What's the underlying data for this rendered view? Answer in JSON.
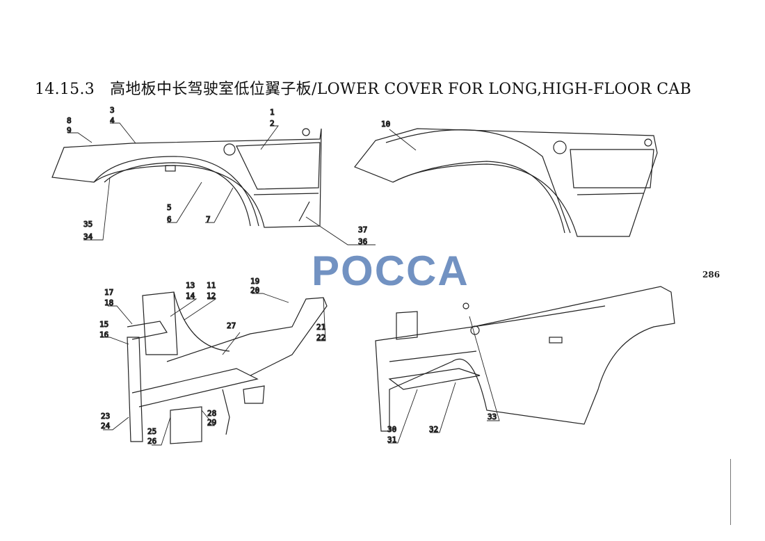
{
  "title": {
    "number": "14.15.3",
    "text": "高地板中长驾驶室低位翼子板/LOWER COVER FOR LONG,HIGH-FLOOR CAB"
  },
  "page_number": "286",
  "watermark": "POCCA",
  "callouts": {
    "top_left": [
      "8",
      "9",
      "3",
      "4",
      "1",
      "2",
      "5",
      "6",
      "7",
      "35",
      "34",
      "37",
      "36"
    ],
    "top_right": [
      "10"
    ],
    "bottom_left": [
      "17",
      "18",
      "15",
      "16",
      "13",
      "14",
      "11",
      "12",
      "19",
      "20",
      "27",
      "21",
      "22",
      "23",
      "24",
      "25",
      "26",
      "28",
      "29"
    ],
    "bottom_right": [
      "30",
      "31",
      "32",
      "33"
    ]
  }
}
